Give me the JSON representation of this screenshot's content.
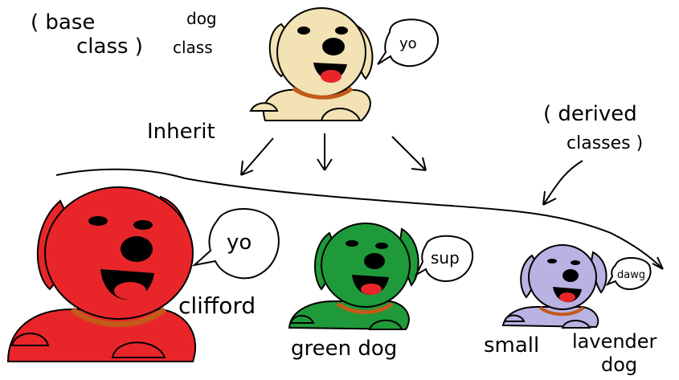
{
  "labels": {
    "base_class_line1": "( base",
    "base_class_line2": "class )",
    "dog_class_line1": "dog",
    "dog_class_line2": "class",
    "inherit": "Inherit",
    "derived_line1": "( derived",
    "derived_line2": "classes )"
  },
  "dogs": [
    {
      "id": "base",
      "color": "#f2e2b4",
      "speech": "yo",
      "caption": []
    },
    {
      "id": "clifford",
      "color": "#e8262a",
      "speech": "yo",
      "caption": [
        "clifford"
      ]
    },
    {
      "id": "green",
      "color": "#1e9a3a",
      "speech": "sup",
      "caption": [
        "green dog"
      ]
    },
    {
      "id": "lavender",
      "color": "#b9b3e3",
      "speech": "dawg",
      "caption": [
        "small",
        "lavender",
        "dog"
      ]
    }
  ]
}
